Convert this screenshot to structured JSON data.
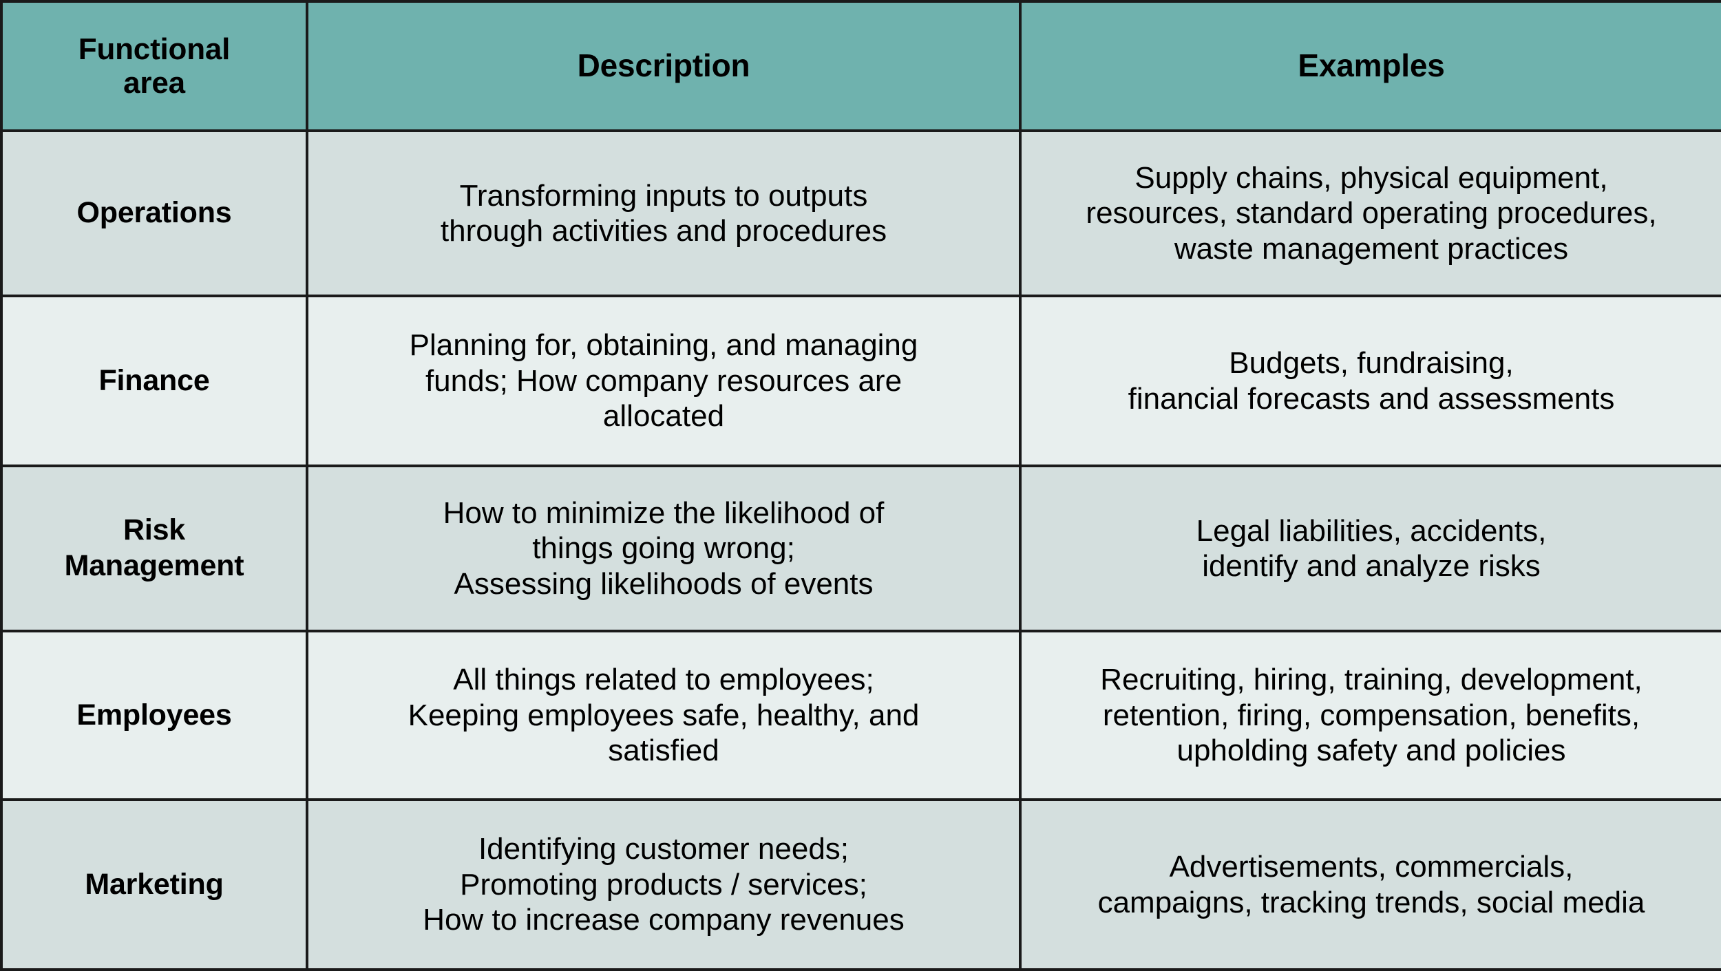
{
  "table": {
    "colors": {
      "header_bg": "#6FB2AE",
      "row_shade_bg": "#D4DFDE",
      "row_light_bg": "#E8EFEE",
      "border": "#1A1A1A",
      "text": "#000000"
    },
    "headers": {
      "functional_area": "Functional\narea",
      "functional_area_line1": "Functional",
      "functional_area_line2": "area",
      "description": "Description",
      "examples": "Examples"
    },
    "rows": [
      {
        "area": "Operations",
        "description": "Transforming inputs to outputs\nthrough activities and procedures",
        "description_lines": [
          "Transforming inputs to outputs",
          "through activities and procedures"
        ],
        "examples": "Supply chains, physical equipment,\nresources, standard operating procedures,\nwaste management practices",
        "examples_lines": [
          "Supply chains, physical equipment,",
          "resources, standard operating procedures,",
          "waste management practices"
        ]
      },
      {
        "area": "Finance",
        "description": "Planning for, obtaining, and managing\nfunds; How company resources are\nallocated",
        "description_lines": [
          "Planning for, obtaining, and managing",
          "funds; How company resources are",
          "allocated"
        ],
        "examples": "Budgets, fundraising,\nfinancial forecasts and assessments",
        "examples_lines": [
          "Budgets, fundraising,",
          "financial forecasts and assessments"
        ]
      },
      {
        "area": "Risk\nManagement",
        "area_lines": [
          "Risk",
          "Management"
        ],
        "description": "How to minimize the likelihood of\nthings going wrong;\nAssessing likelihoods of events",
        "description_lines": [
          "How to minimize the likelihood of",
          "things going wrong;",
          "Assessing likelihoods of events"
        ],
        "examples": "Legal liabilities, accidents,\nidentify and analyze risks",
        "examples_lines": [
          "Legal liabilities, accidents,",
          "identify and analyze risks"
        ]
      },
      {
        "area": "Employees",
        "description": "All things related to employees;\nKeeping employees safe, healthy, and\nsatisfied",
        "description_lines": [
          "All things related to employees;",
          "Keeping employees safe, healthy, and",
          "satisfied"
        ],
        "examples": "Recruiting, hiring, training, development,\nretention, firing, compensation, benefits,\nupholding safety and policies",
        "examples_lines": [
          "Recruiting, hiring, training, development,",
          "retention, firing, compensation, benefits,",
          "upholding safety and policies"
        ]
      },
      {
        "area": "Marketing",
        "description": "Identifying customer needs;\nPromoting products / services;\nHow to increase company revenues",
        "description_lines": [
          "Identifying customer needs;",
          "Promoting products / services;",
          "How to increase company revenues"
        ],
        "examples": "Advertisements, commercials,\ncampaigns, tracking trends, social media",
        "examples_lines": [
          "Advertisements, commercials,",
          "campaigns, tracking trends, social media"
        ]
      }
    ]
  }
}
